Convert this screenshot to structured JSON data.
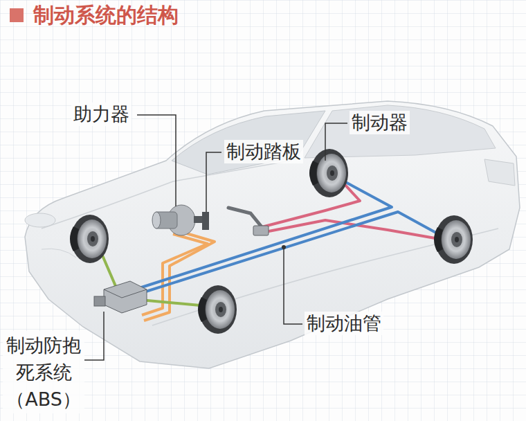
{
  "diagram": {
    "title": "制动系统的结构",
    "labels": [
      "助力器",
      "制动器",
      "制动踏板",
      "制动油管",
      "制动防抱 死系统 （ABS）"
    ]
  }
}
